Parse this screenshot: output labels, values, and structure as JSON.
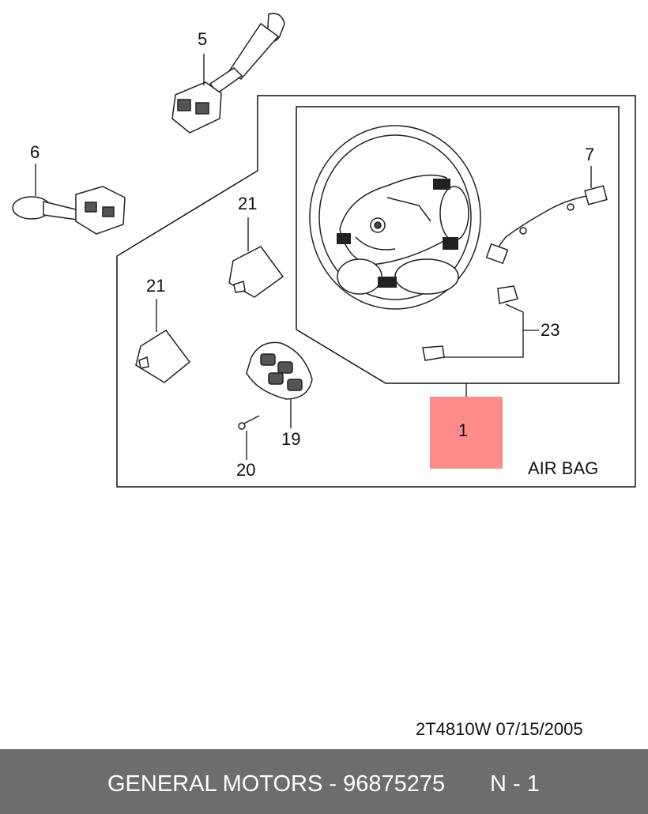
{
  "callouts": {
    "c5": "5",
    "c6": "6",
    "c7": "7",
    "c21a": "21",
    "c21b": "21",
    "c23": "23",
    "c19": "19",
    "c20": "20",
    "c1": "1"
  },
  "box_label": "AIR BAG",
  "drawing_code": "2T4810W  07/15/2005",
  "footer": {
    "brand_part": "GENERAL MOTORS - 96875275",
    "page": "N - 1"
  },
  "colors": {
    "highlight": "#ff8a8a",
    "footer_bg": "#6d6d6d",
    "footer_text": "#ffffff",
    "line": "#111111"
  }
}
